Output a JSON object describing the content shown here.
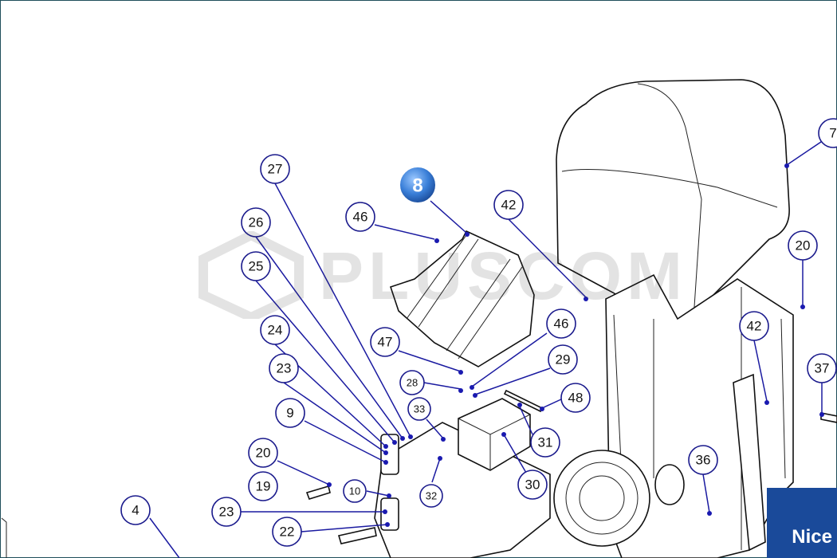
{
  "diagram": {
    "highlighted_label": "8",
    "callouts": [
      "27",
      "26",
      "25",
      "24",
      "23",
      "9",
      "20",
      "19",
      "10",
      "23",
      "22",
      "4",
      "46",
      "42",
      "7",
      "20",
      "42",
      "37",
      "47",
      "28",
      "46",
      "29",
      "33",
      "48",
      "31",
      "30",
      "32",
      "36"
    ]
  },
  "watermark": {
    "text": "PLUSCOM"
  },
  "brand": {
    "text": "Nice"
  },
  "colors": {
    "callout_stroke": "#1a1a8c",
    "highlight": "#3a7fd8",
    "brand_bg": "#1a4a9a"
  }
}
